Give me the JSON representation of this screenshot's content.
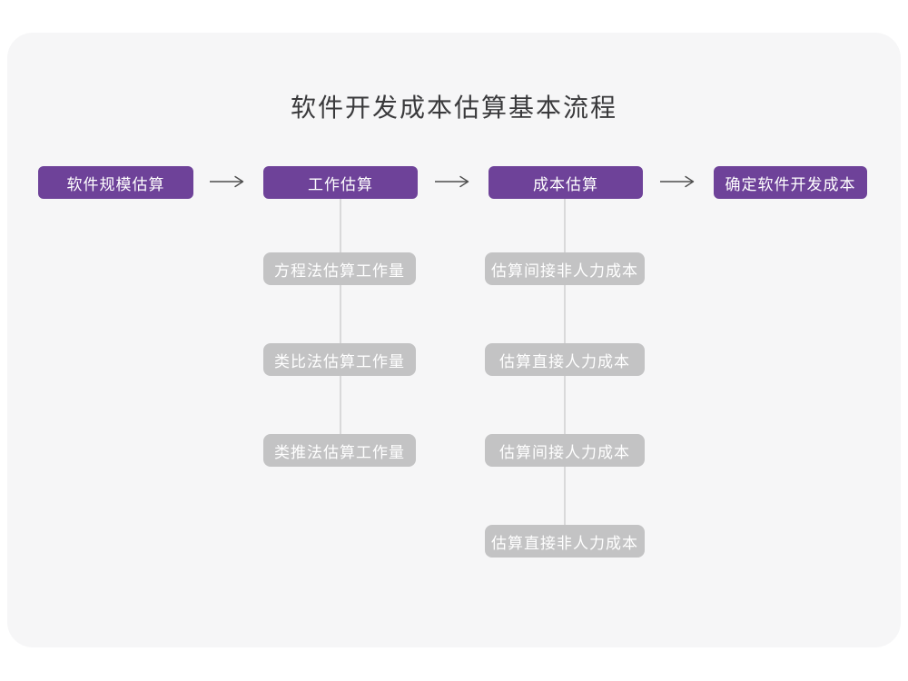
{
  "title": "软件开发成本估算基本流程",
  "flow": {
    "main_steps": [
      {
        "label": "软件规模估算"
      },
      {
        "label": "工作估算"
      },
      {
        "label": "成本估算"
      },
      {
        "label": "确定软件开发成本"
      }
    ],
    "work_estimation_methods": [
      "方程法估算工作量",
      "类比法估算工作量",
      "类推法估算工作量"
    ],
    "cost_estimation_steps": [
      "估算间接非人力成本",
      "估算直接人力成本",
      "估算间接人力成本",
      "估算直接非人力成本"
    ]
  },
  "colors": {
    "main_node": "#6e4299",
    "sub_node": "#c3c3c4",
    "card_background": "#f6f6f7",
    "connector_line": "#d9d9da",
    "arrow": "#4d4d4d",
    "title_text": "#3a3a3c",
    "node_text": "#ffffff"
  }
}
